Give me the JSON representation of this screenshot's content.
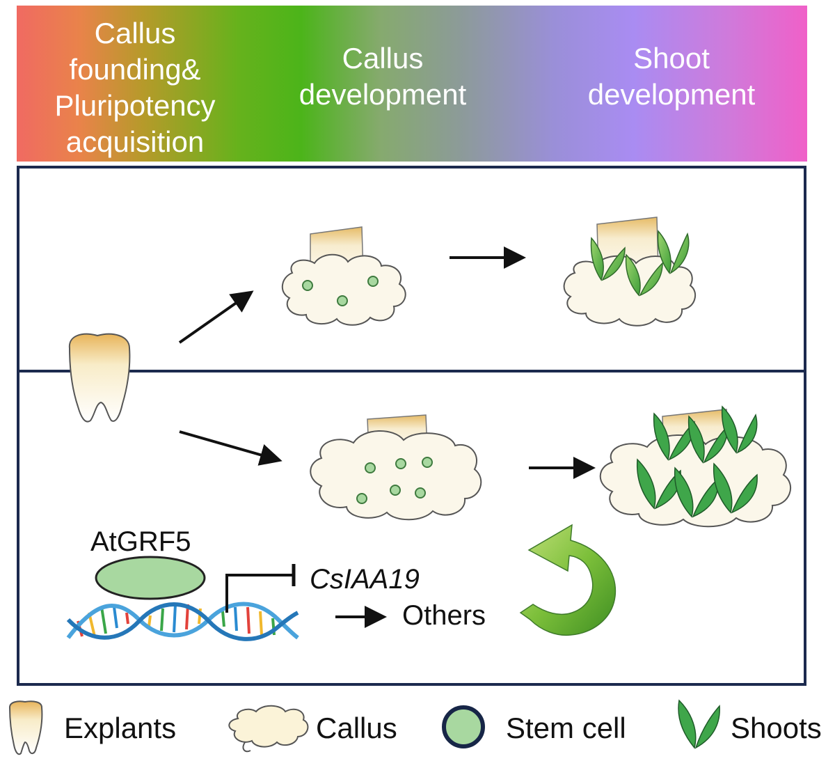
{
  "header": {
    "stages": [
      "Callus founding& Pluripotency acquisition",
      "Callus development",
      "Shoot development"
    ],
    "stage_lines": [
      [
        "Callus",
        "founding&",
        "Pluripotency",
        "acquisition"
      ],
      [
        "Callus",
        "development"
      ],
      [
        "Shoot",
        "development"
      ]
    ]
  },
  "diagram": {
    "gene": "AtGRF5",
    "repressed_target": "CsIAA19",
    "activated_target": "Others"
  },
  "legend": {
    "items": [
      {
        "label": "Explants",
        "icon": "tooth-explant-icon"
      },
      {
        "label": "Callus",
        "icon": "callus-cloud-icon"
      },
      {
        "label": "Stem cell",
        "icon": "stem-cell-icon"
      },
      {
        "label": "Shoots",
        "icon": "shoot-leaf-icon"
      }
    ]
  },
  "colors": {
    "frame": "#1c2a4e",
    "stem_cell_fill": "#a8d8a0",
    "shoot_fill": "#4cae4c",
    "callus_fill": "#fbf7ea",
    "arrow_curve": "#7cbf3a"
  }
}
